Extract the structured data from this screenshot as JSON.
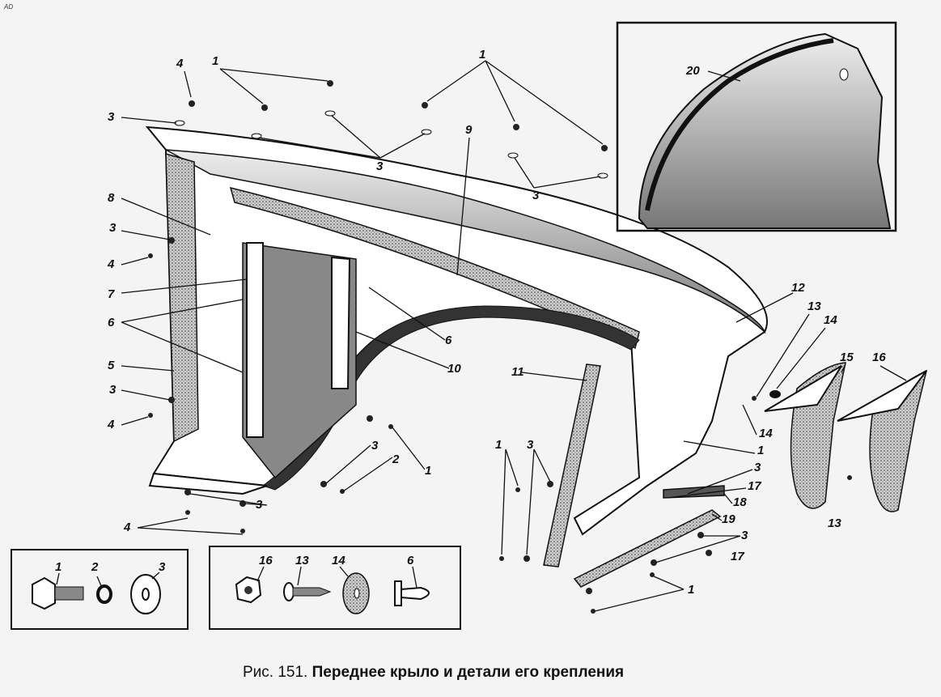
{
  "corner_mark": "AD",
  "caption": {
    "prefix": "Рис. 151.",
    "title": "Переднее крыло и детали его крепления"
  },
  "labels": [
    "4",
    "1",
    "3",
    "3",
    "1",
    "9",
    "3",
    "8",
    "3",
    "4",
    "7",
    "6",
    "5",
    "3",
    "4",
    "6",
    "10",
    "11",
    "3",
    "2",
    "1",
    "3",
    "4",
    "1",
    "3",
    "12",
    "13",
    "14",
    "15",
    "16",
    "14",
    "1",
    "3",
    "17",
    "18",
    "19",
    "3",
    "17",
    "1",
    "13",
    "20"
  ],
  "legend_box_1": [
    "1",
    "2",
    "3"
  ],
  "legend_box_2": [
    "16",
    "13",
    "14",
    "6"
  ]
}
